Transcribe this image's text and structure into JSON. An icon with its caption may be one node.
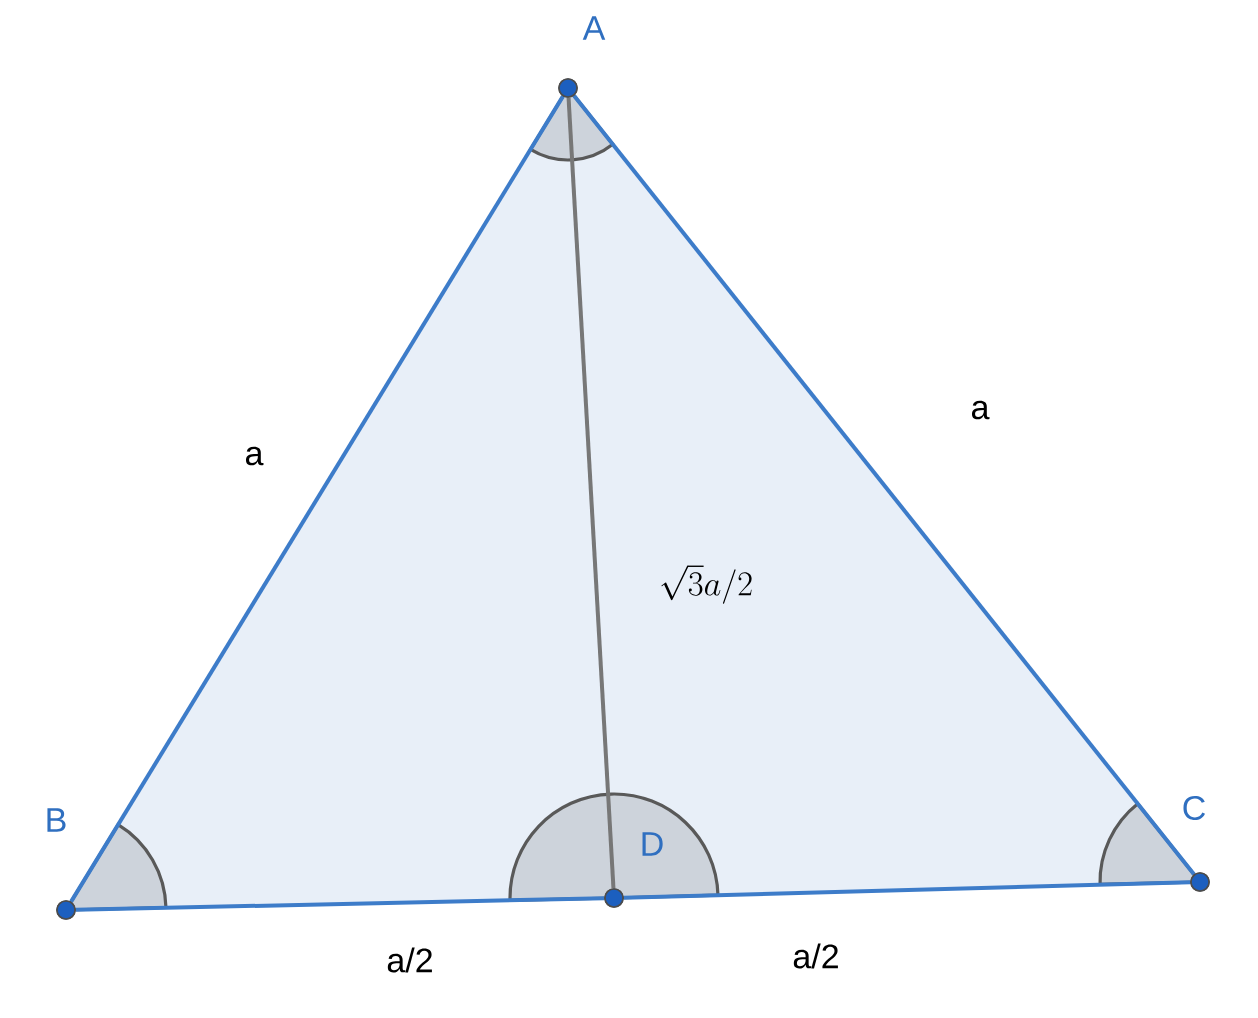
{
  "diagram": {
    "nodes": [
      {
        "text": [
          "A"
        ]
      },
      {
        "text": [
          "B"
        ]
      },
      {
        "text": [
          "C"
        ]
      },
      {
        "text": [
          "D"
        ]
      }
    ],
    "edges": [
      {
        "from": 0,
        "to": 1,
        "arrow": "none",
        "label": "a"
      },
      {
        "from": 0,
        "to": 2,
        "arrow": "none",
        "label": "a"
      },
      {
        "from": 1,
        "to": 3,
        "arrow": "none",
        "label": "a/2"
      },
      {
        "from": 3,
        "to": 2,
        "arrow": "none",
        "label": "a/2"
      },
      {
        "from": 0,
        "to": 3,
        "arrow": "none",
        "label": "\\sqrt{3}a/2",
        "color": "#777777"
      }
    ]
  }
}
